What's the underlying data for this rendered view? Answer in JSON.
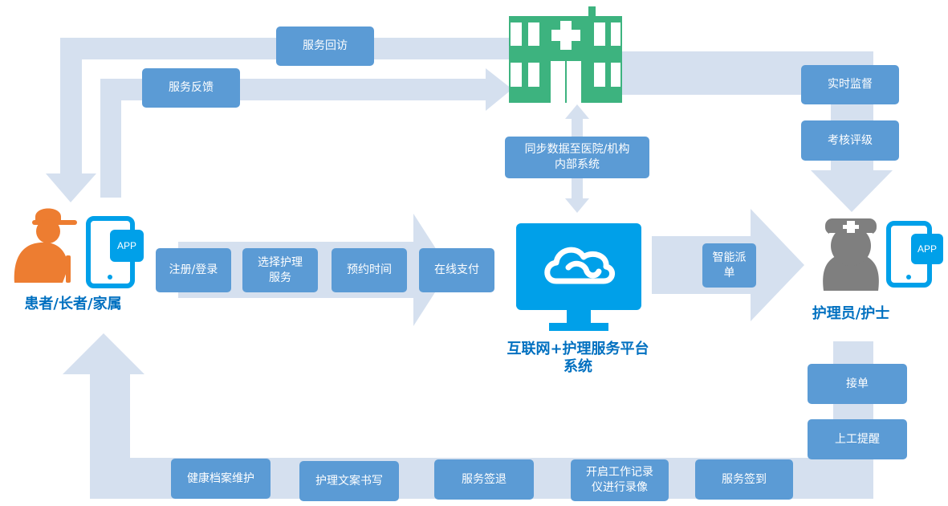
{
  "colors": {
    "arrow": "#d5e0ef",
    "box": "#5b9bd5",
    "hospital": "#3db37f",
    "platform": "#00a0e9",
    "patient": "#ed7d31",
    "nurse": "#7f7f7f",
    "app": "#00a0e9",
    "label": "#0070c0"
  },
  "actors": {
    "patient": "患者/长者/家属",
    "nurse": "护理员/护士",
    "platform": "互联网+护理服务平台\n系统"
  },
  "app_badge": "APP",
  "top_flows": {
    "revisit": "服务回访",
    "feedback": "服务反馈"
  },
  "right_steps": {
    "monitor": "实时监督",
    "rating": "考核评级",
    "accept": "接单",
    "reminder": "上工提醒"
  },
  "sync": "同步数据至医院/机构\n内部系统",
  "dispatch": "智能派\n单",
  "middle_steps": [
    "注册/登录",
    "选择护理\n服务",
    "预约时间",
    "在线支付"
  ],
  "bottom_steps": [
    "健康档案维护",
    "护理文案书写",
    "服务签退",
    "开启工作记录\n仪进行录像",
    "服务签到"
  ]
}
